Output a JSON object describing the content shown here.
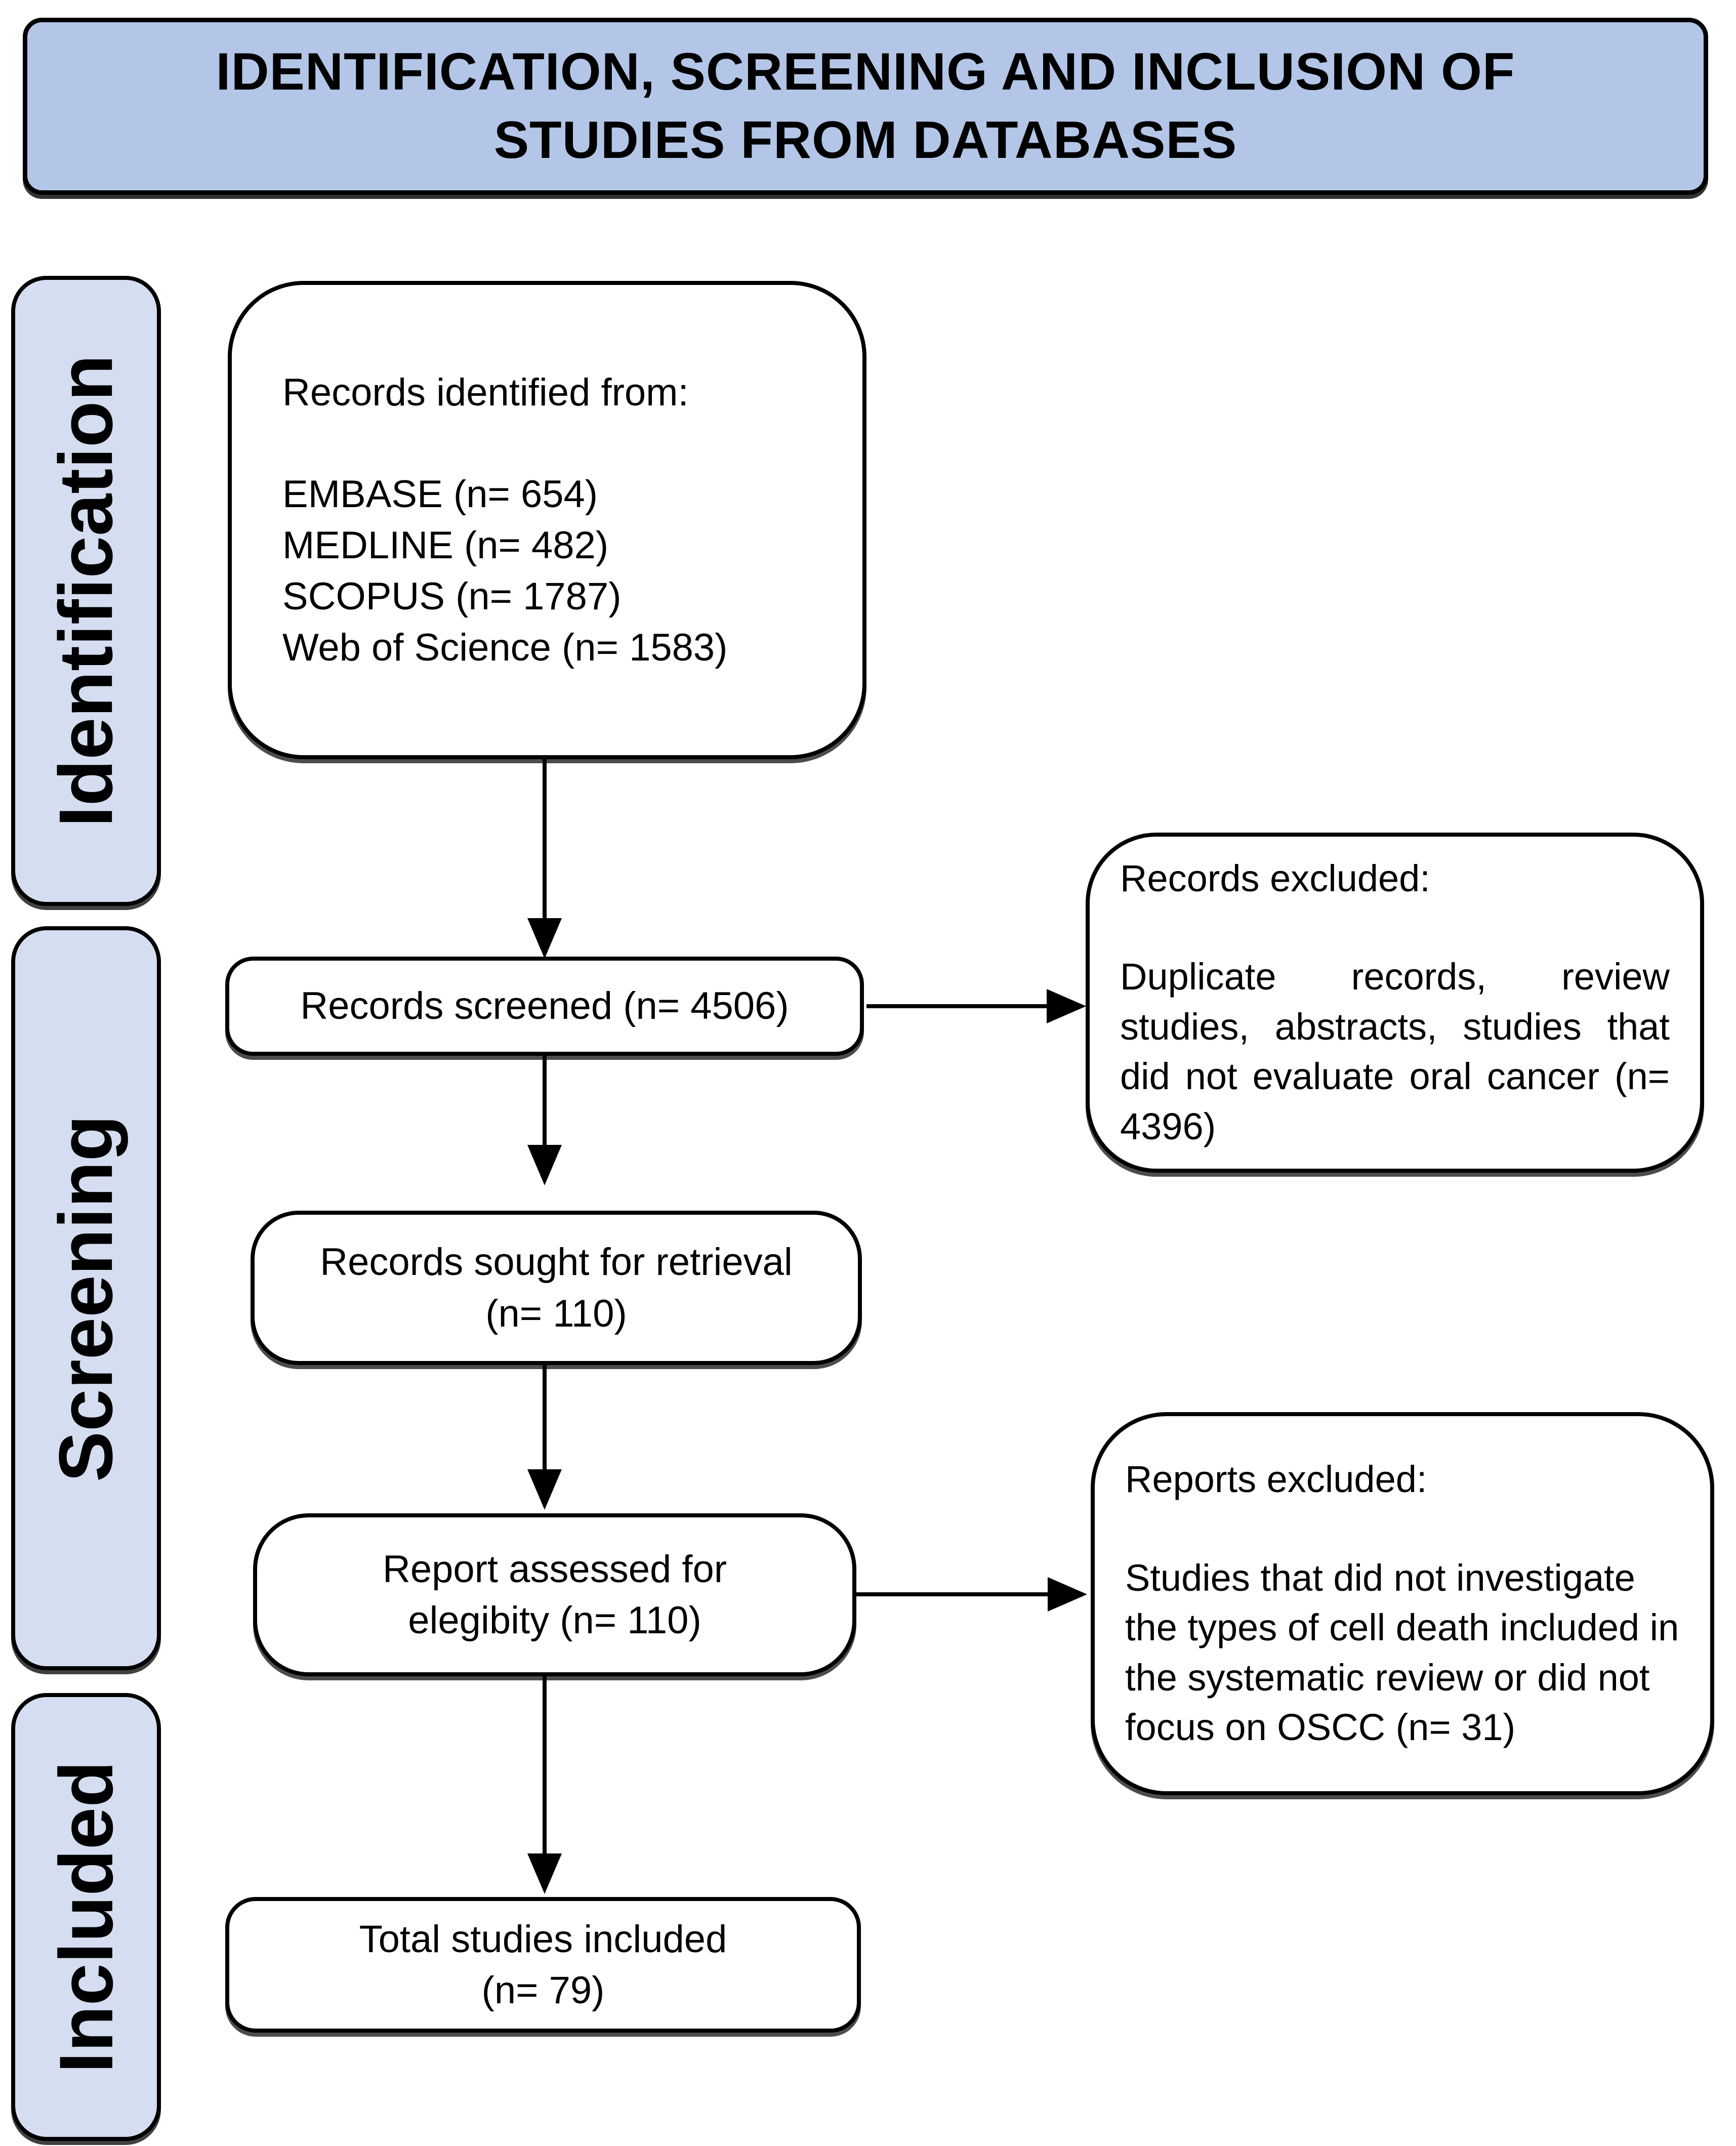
{
  "title": {
    "line1": "IDENTIFICATION, SCREENING AND INCLUSION OF",
    "line2": "STUDIES FROM DATABASES"
  },
  "stages": [
    {
      "label": "Identification"
    },
    {
      "label": "Screening"
    },
    {
      "label": "Included"
    }
  ],
  "boxes": {
    "identified": {
      "heading": "Records identified from:",
      "sources": [
        "EMBASE (n= 654)",
        "MEDLINE (n= 482)",
        "SCOPUS (n= 1787)",
        "Web of Science (n= 1583)"
      ]
    },
    "screened": {
      "text": "Records screened (n= 4506)"
    },
    "records_excluded": {
      "heading": "Records excluded:",
      "body": "Duplicate records, review studies, abstracts, studies that did not evaluate oral cancer (n= 4396)"
    },
    "sought": {
      "line1": "Records sought for retrieval",
      "line2": "(n= 110)"
    },
    "assessed": {
      "line1": "Report assessed for",
      "line2": "elegibity (n= 110)"
    },
    "reports_excluded": {
      "heading": "Reports excluded:",
      "body": "Studies that did not investigate the types of cell death included in the systematic review or did not focus on OSCC (n= 31)"
    },
    "total": {
      "line1": "Total studies included",
      "line2": "(n= 79)"
    }
  },
  "colors": {
    "title_bg": "#b4c6e7",
    "stage_bg": "#d5def0",
    "line_color": "#000000",
    "box_bg": "#ffffff"
  }
}
